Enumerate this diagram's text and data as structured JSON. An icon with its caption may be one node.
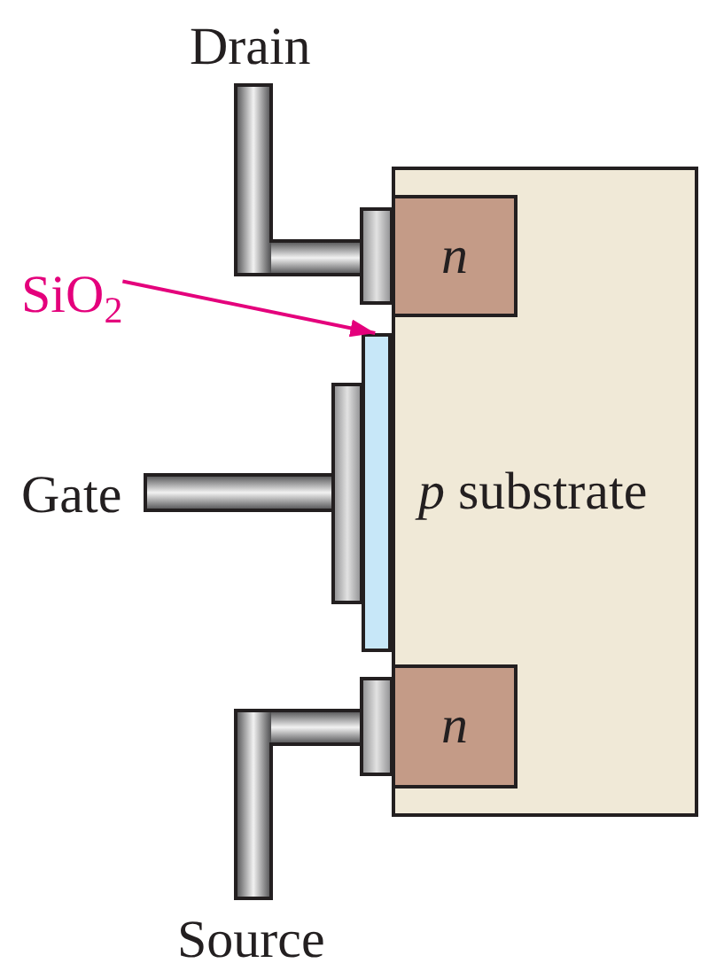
{
  "diagram": {
    "nodes": [
      {
        "text": [
          "*p* substrate"
        ]
      },
      {
        "text": [
          "n"
        ],
        "in": 0
      },
      {
        "text": [
          "SiO$_{2}$"
        ]
      },
      {
        "text": [],
        "shape": "bar"
      },
      {
        "text": [
          "n"
        ],
        "in": 0
      }
    ],
    "edges": [
      {
        "from": 2,
        "to": 3,
        "arrow": "to",
        "color": "#e4007c"
      }
    ],
    "labels": [
      "Drain",
      "Gate",
      "Source"
    ]
  }
}
